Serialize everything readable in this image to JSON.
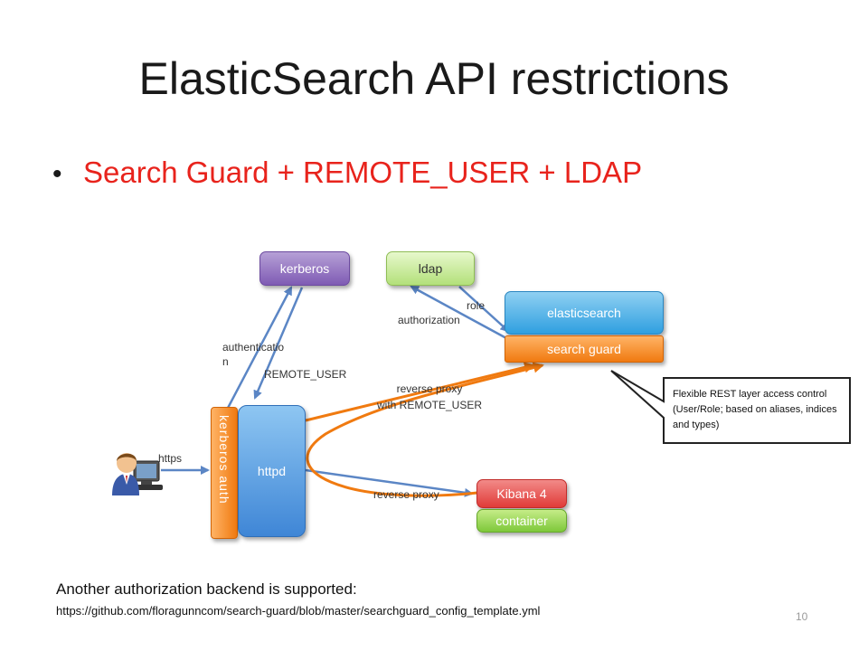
{
  "slide": {
    "title": "ElasticSearch API restrictions",
    "bullet": "Search Guard + REMOTE_USER + LDAP",
    "footer_line1": "Another authorization backend is supported:",
    "footer_line2": "https://github.com/floragunncom/search-guard/blob/master/searchguard_config_template.yml",
    "page_number": "10"
  },
  "diagram": {
    "nodes": {
      "kerberos": "kerberos",
      "ldap": "ldap",
      "elasticsearch": "elasticsearch",
      "search_guard": "search guard",
      "kerberos_auth": "kerberos auth",
      "httpd": "httpd",
      "kibana": "Kibana 4",
      "container": "container"
    },
    "labels": {
      "authentication": "authenticatio\nn",
      "remote_user": "REMOTE_USER",
      "role": "role",
      "authorization": "authorization",
      "reverse_proxy_remote_user": "reverse proxy\nwith REMOTE_USER",
      "https": "https",
      "reverse_proxy": "reverse proxy"
    },
    "callout": "Flexible REST layer access control (User/Role; based on aliases, indices and types)"
  },
  "colors": {
    "bullet_text": "#e8231c",
    "arrow_blue": "#5b86c5",
    "arrow_orange": "#f07a10"
  }
}
